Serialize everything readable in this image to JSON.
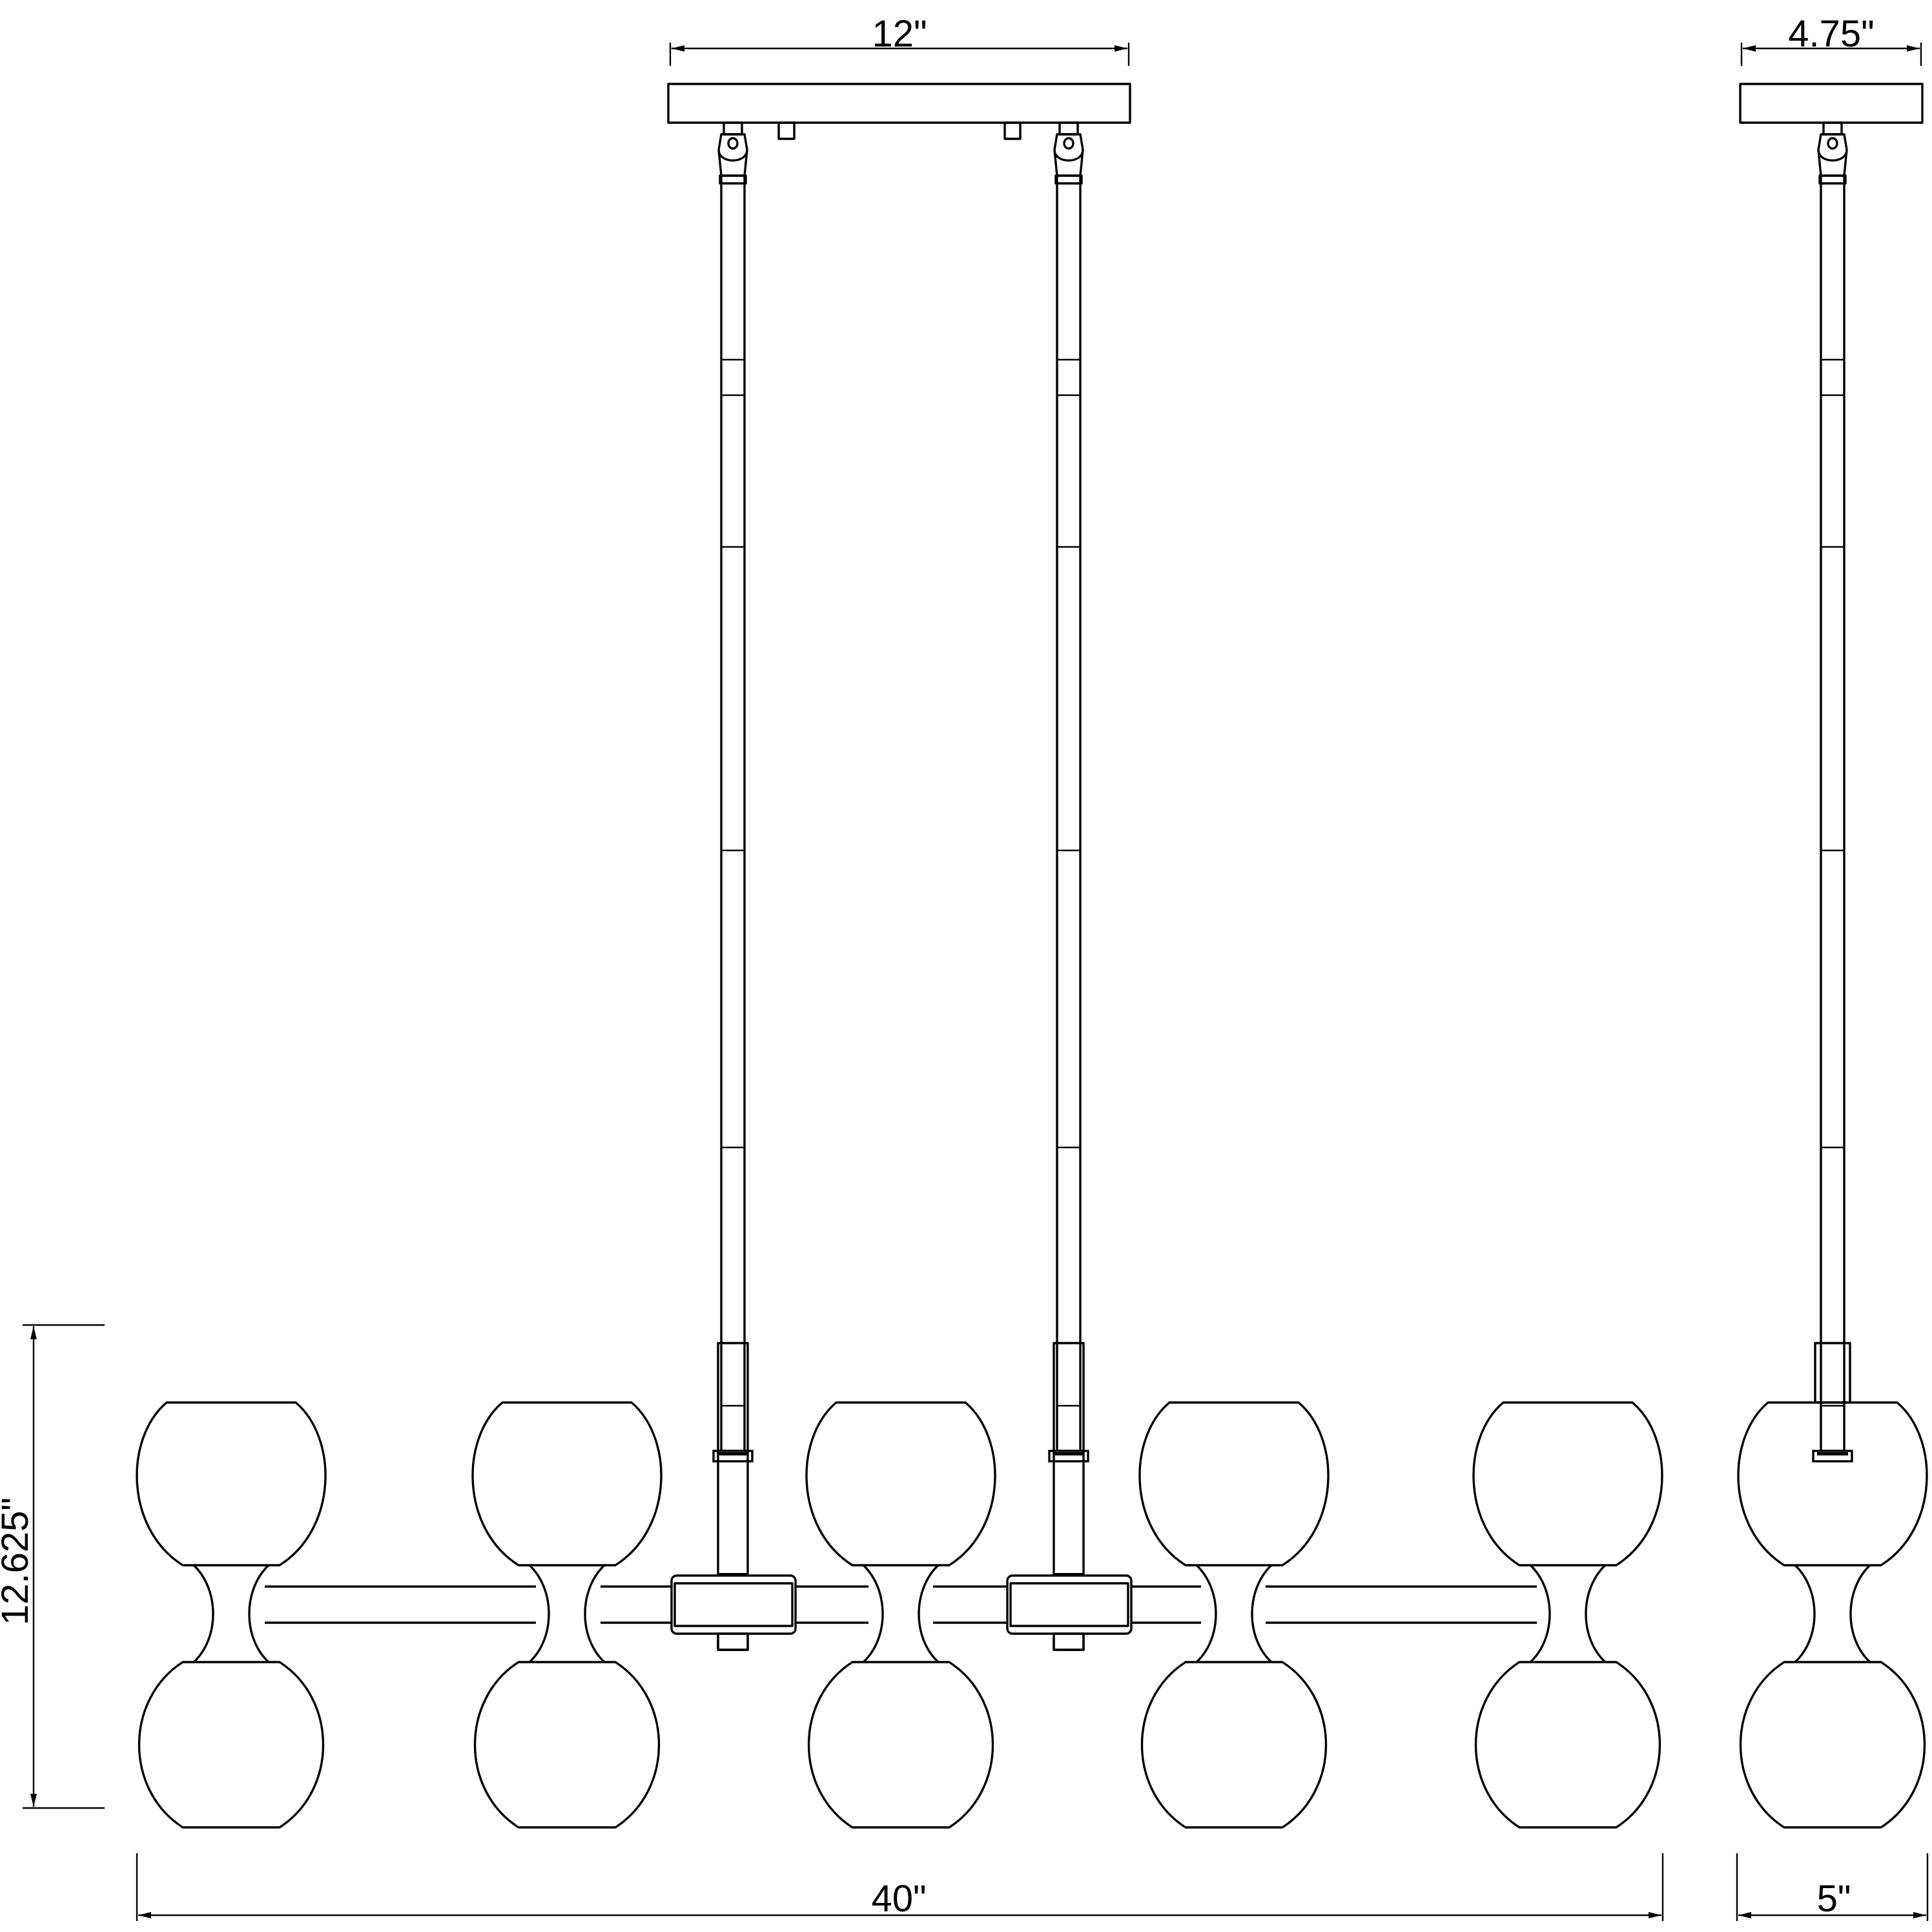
{
  "dimensions": {
    "canopy_front_width": "12\"",
    "canopy_side_width": "4.75\"",
    "overall_height": "12.625\"",
    "overall_width": "40\"",
    "side_depth": "5\""
  }
}
